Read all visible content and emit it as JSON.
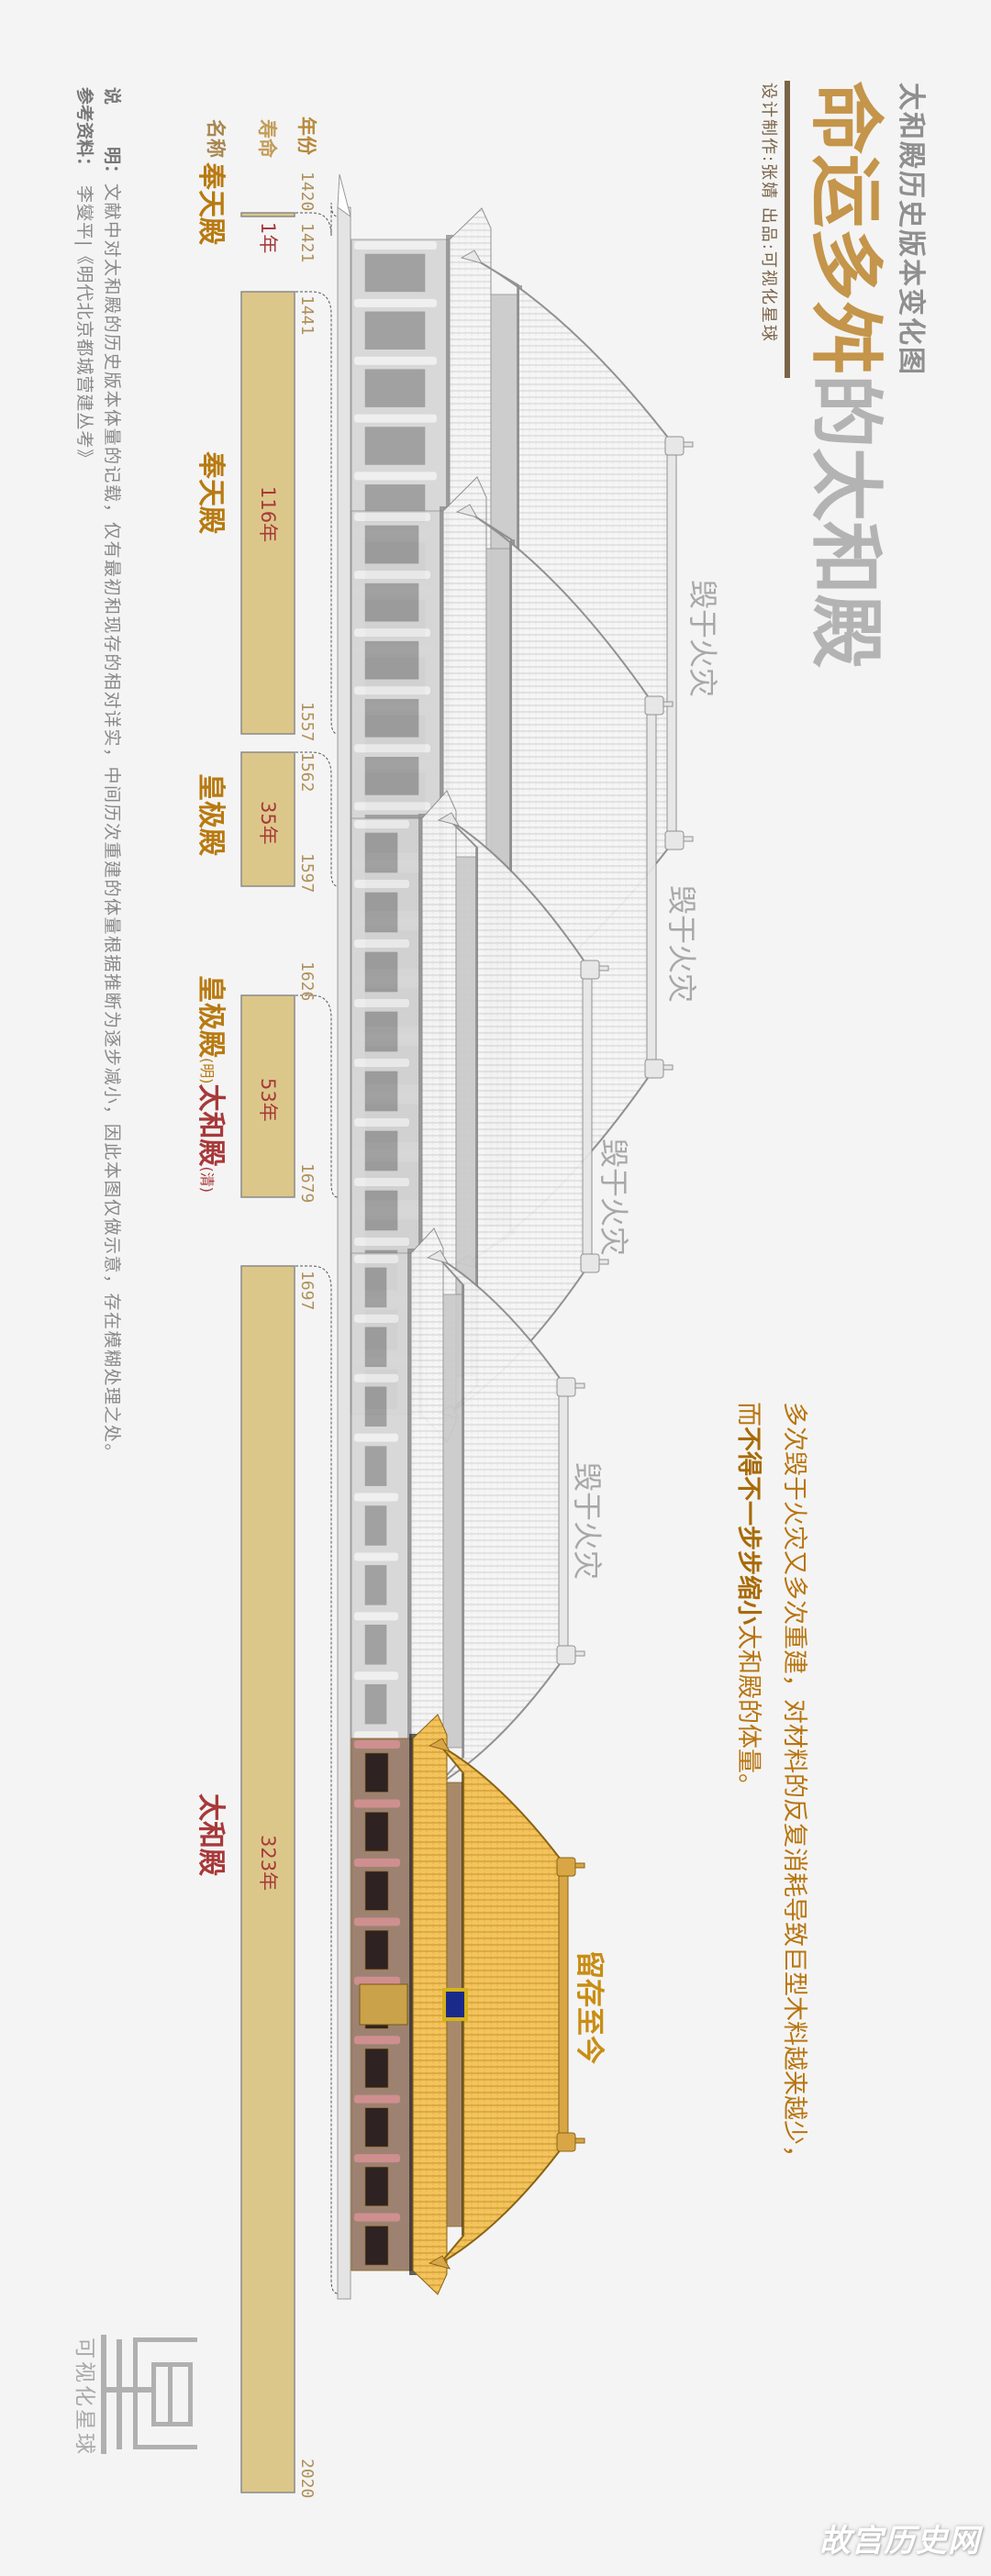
{
  "header": {
    "subtitle": "太和殿历史版本变化图",
    "title_highlight": "命运多舛",
    "title_rest": "的太和殿",
    "credits": "设计制作:张婧    出品:可视化星球"
  },
  "narrative": {
    "line1": "多次毁于火灾又多次重建，对材料的反复消耗导致巨型木料越来越少，",
    "line2_pre": "而",
    "line2_bold": "不得不一步步缩小",
    "line2_post": "太和殿的体量。"
  },
  "row_headers": {
    "year": "年份",
    "lifespan": "寿命",
    "name": "名称"
  },
  "timeline": [
    {
      "start": "1420",
      "end": "1421",
      "lifespan": "1年",
      "name": "奉天殿"
    },
    {
      "start": "1441",
      "end": "1557",
      "lifespan": "116年",
      "name": "奉天殿"
    },
    {
      "start": "1562",
      "end": "1597",
      "lifespan": "35年",
      "name": "皇极殿"
    },
    {
      "start": "1626",
      "end": "1679",
      "lifespan": "53年",
      "name": "皇极殿",
      "name_note": "(明)",
      "name2": "太和殿",
      "name2_note": "(清)"
    },
    {
      "start": "1697",
      "end": "2020",
      "lifespan": "323年",
      "name": "太和殿"
    }
  ],
  "building_labels": {
    "destroyed": [
      "毁于火灾",
      "毁于火灾",
      "毁于火灾",
      "毁于火灾"
    ],
    "surviving": "留存至今"
  },
  "notes": {
    "explain_label_1": "说",
    "explain_label_2": "明：",
    "explain_text": "文献中对太和殿的历史版本体量的记载，仅有最初和现存的相对详实，中间历次重建的体量根据推断为逐步减小，因此本图仅做示意，存在模糊处理之处。",
    "ref_label": "参考资料：",
    "ref_text": "李燮平|《明代北京都城营建丛考》"
  },
  "logo_text": "可视化星球",
  "watermark": "故宫历史网",
  "colors": {
    "gold": "#c4954a",
    "bar": "#dcc78a",
    "red": "#a8393a",
    "gray_title": "#aaaaaa",
    "roof_gold": "#f3c35c"
  }
}
